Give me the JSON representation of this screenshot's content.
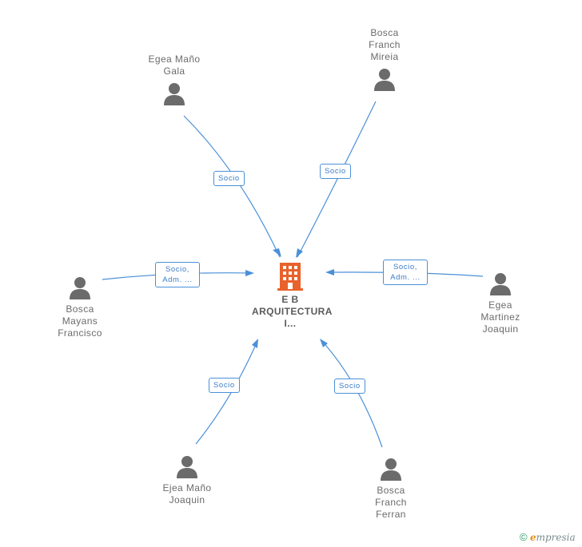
{
  "company": {
    "name": "E B ARQUITECTURA I...",
    "color": "#e8622c"
  },
  "people": [
    {
      "id": "egea-mano-gala",
      "name": "Egea Maño Gala",
      "role": "Socio"
    },
    {
      "id": "bosca-franch-mireia",
      "name": "Bosca Franch Mireia",
      "role": "Socio"
    },
    {
      "id": "bosca-mayans-francisco",
      "name": "Bosca Mayans Francisco",
      "role": "Socio, Adm. ..."
    },
    {
      "id": "egea-martinez-joaquin",
      "name": "Egea Martinez Joaquin",
      "role": "Socio, Adm. ..."
    },
    {
      "id": "ejea-mano-joaquin",
      "name": "Ejea Maño Joaquin",
      "role": "Socio"
    },
    {
      "id": "bosca-franch-ferran",
      "name": "Bosca Franch Ferran",
      "role": "Socio"
    }
  ],
  "footer": {
    "copyright": "©",
    "brand_initial": "e",
    "brand_rest": "mpresia"
  },
  "colors": {
    "edge": "#4a90d9",
    "person_icon": "#6b6b6b",
    "text": "#6b6b6b"
  }
}
